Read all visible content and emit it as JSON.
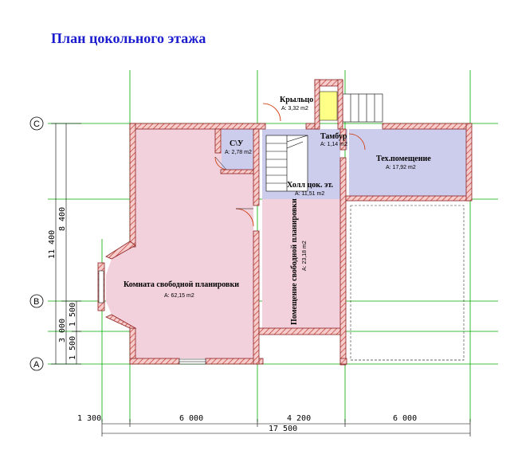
{
  "title": "План цокольного этажа",
  "rooms": [
    {
      "id": "room-free",
      "name": "Комната свободной планировки",
      "area": "А: 62,15 m2"
    },
    {
      "id": "room-wc",
      "name": "С\\У",
      "area": "А: 2,78 m2"
    },
    {
      "id": "room-porch",
      "name": "Крыльцо",
      "area": "А: 3,32 m2"
    },
    {
      "id": "room-tambour",
      "name": "Тамбур",
      "area": "А: 1,14 m2"
    },
    {
      "id": "room-tech",
      "name": "Тех.помещение",
      "area": "А: 17,92 m2"
    },
    {
      "id": "room-hall",
      "name": "Холл цок. эт.",
      "area": "А: 11,51 m2"
    },
    {
      "id": "room-free2",
      "name": "Помещение свободной планировки",
      "area": "А: 23,18 m2"
    }
  ],
  "axes": [
    "C",
    "B",
    "A"
  ],
  "dims_bottom": [
    "1 300",
    "6 000",
    "4 200",
    "6 000"
  ],
  "dim_total": "17 500",
  "dims_left": [
    "11 400",
    "8 400",
    "3 000",
    "1 500",
    "1 500"
  ],
  "colors": {
    "wall": "#f4c2c2",
    "wall_hatch": "#c0392b",
    "room_pink": "#f2d0dc",
    "room_lilac": "#ccccec",
    "grid": "#00aa00",
    "title": "#1c1ccf",
    "window_yellow": "#ffff88"
  }
}
